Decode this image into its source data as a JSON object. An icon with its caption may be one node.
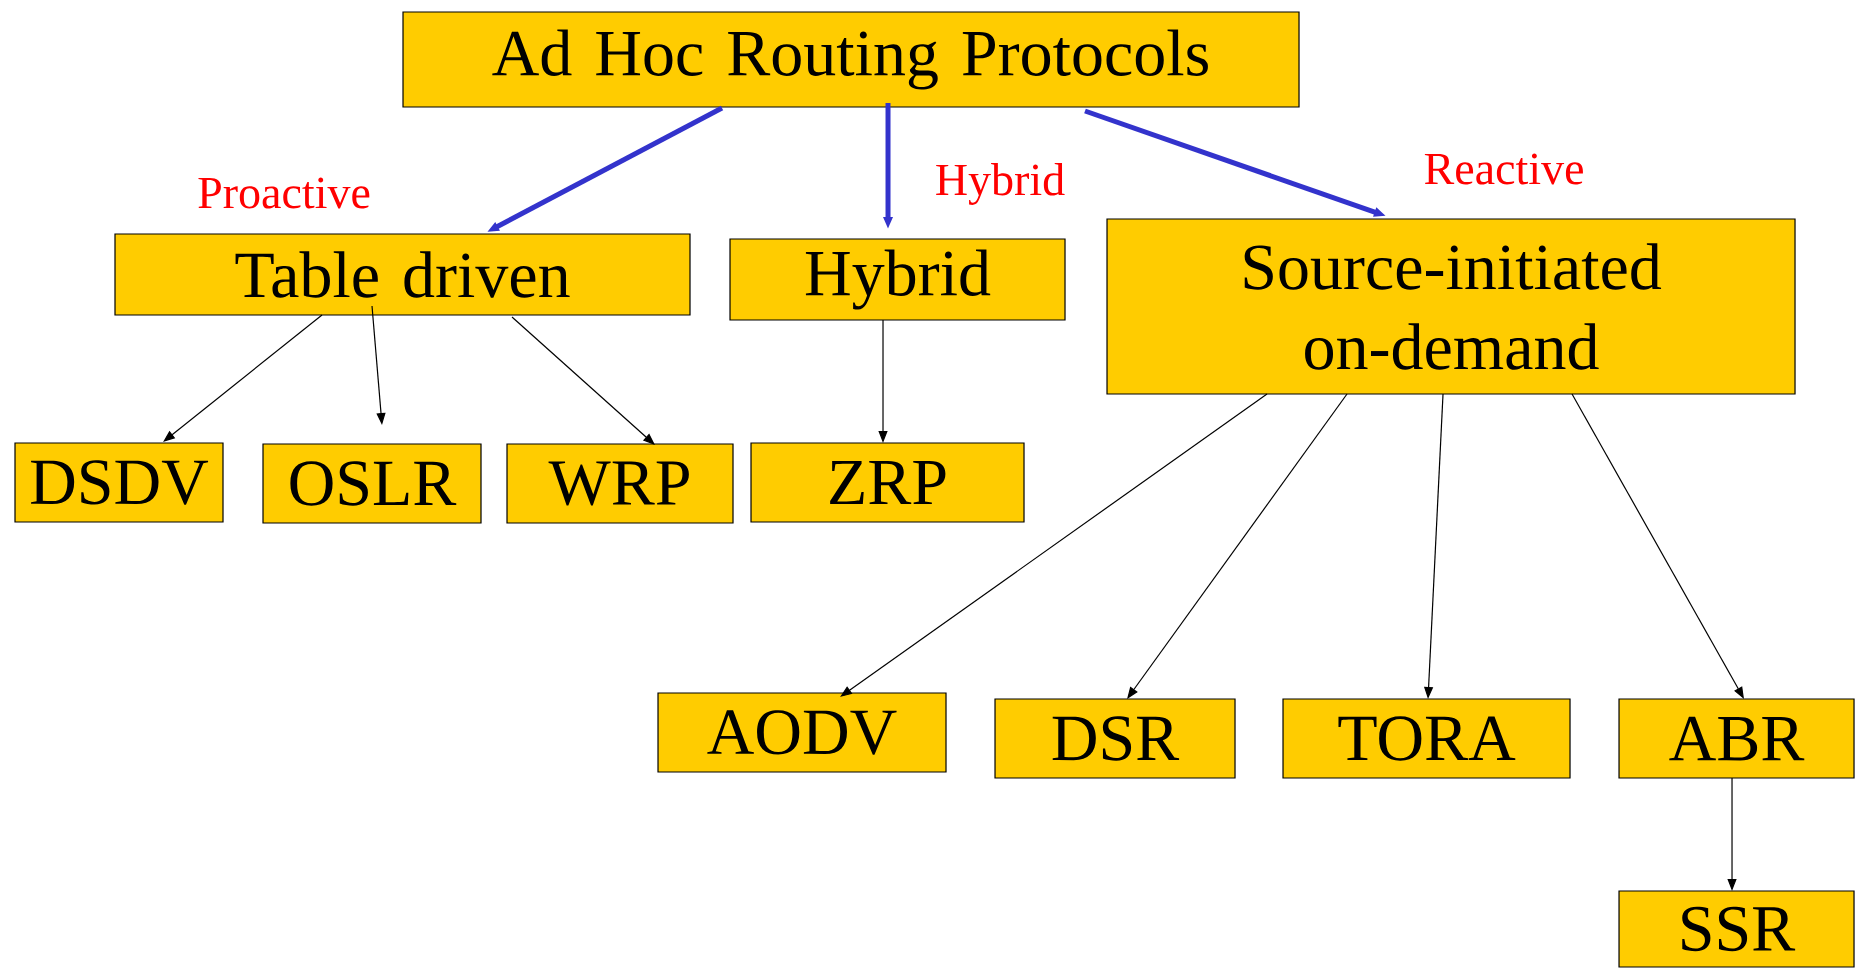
{
  "diagram": {
    "nodes": [
      {
        "text": [
          "Ad Hoc Routing Protocols"
        ]
      },
      {
        "text": [
          "Table driven"
        ]
      },
      {
        "text": [
          "Hybrid"
        ]
      },
      {
        "text": [
          "Source-initiated on-demand"
        ]
      },
      {
        "text": [
          "DSDV"
        ]
      },
      {
        "text": [
          "OSLR"
        ]
      },
      {
        "text": [
          "WRP"
        ]
      },
      {
        "text": [
          "ZRP"
        ]
      },
      {
        "text": [
          "AODV"
        ]
      },
      {
        "text": [
          "DSR"
        ]
      },
      {
        "text": [
          "TORA"
        ]
      },
      {
        "text": [
          "ABR"
        ]
      },
      {
        "text": [
          "SSR"
        ]
      }
    ],
    "edges": [
      {
        "from": 0,
        "to": 1,
        "arrow": "to",
        "label": "Proactive",
        "style": "thick",
        "color": "#3333cc"
      },
      {
        "from": 0,
        "to": 2,
        "arrow": "to",
        "label": "Hybrid",
        "style": "thick",
        "color": "#3333cc"
      },
      {
        "from": 0,
        "to": 3,
        "arrow": "to",
        "label": "Reactive",
        "style": "thick",
        "color": "#3333cc"
      },
      {
        "from": 1,
        "to": 4,
        "arrow": "to"
      },
      {
        "from": 1,
        "to": 5,
        "arrow": "to"
      },
      {
        "from": 1,
        "to": 6,
        "arrow": "to"
      },
      {
        "from": 2,
        "to": 7,
        "arrow": "to"
      },
      {
        "from": 3,
        "to": 8,
        "arrow": "to"
      },
      {
        "from": 3,
        "to": 9,
        "arrow": "to"
      },
      {
        "from": 3,
        "to": 10,
        "arrow": "to"
      },
      {
        "from": 3,
        "to": 11,
        "arrow": "to"
      },
      {
        "from": 11,
        "to": 12,
        "arrow": "to"
      }
    ]
  }
}
